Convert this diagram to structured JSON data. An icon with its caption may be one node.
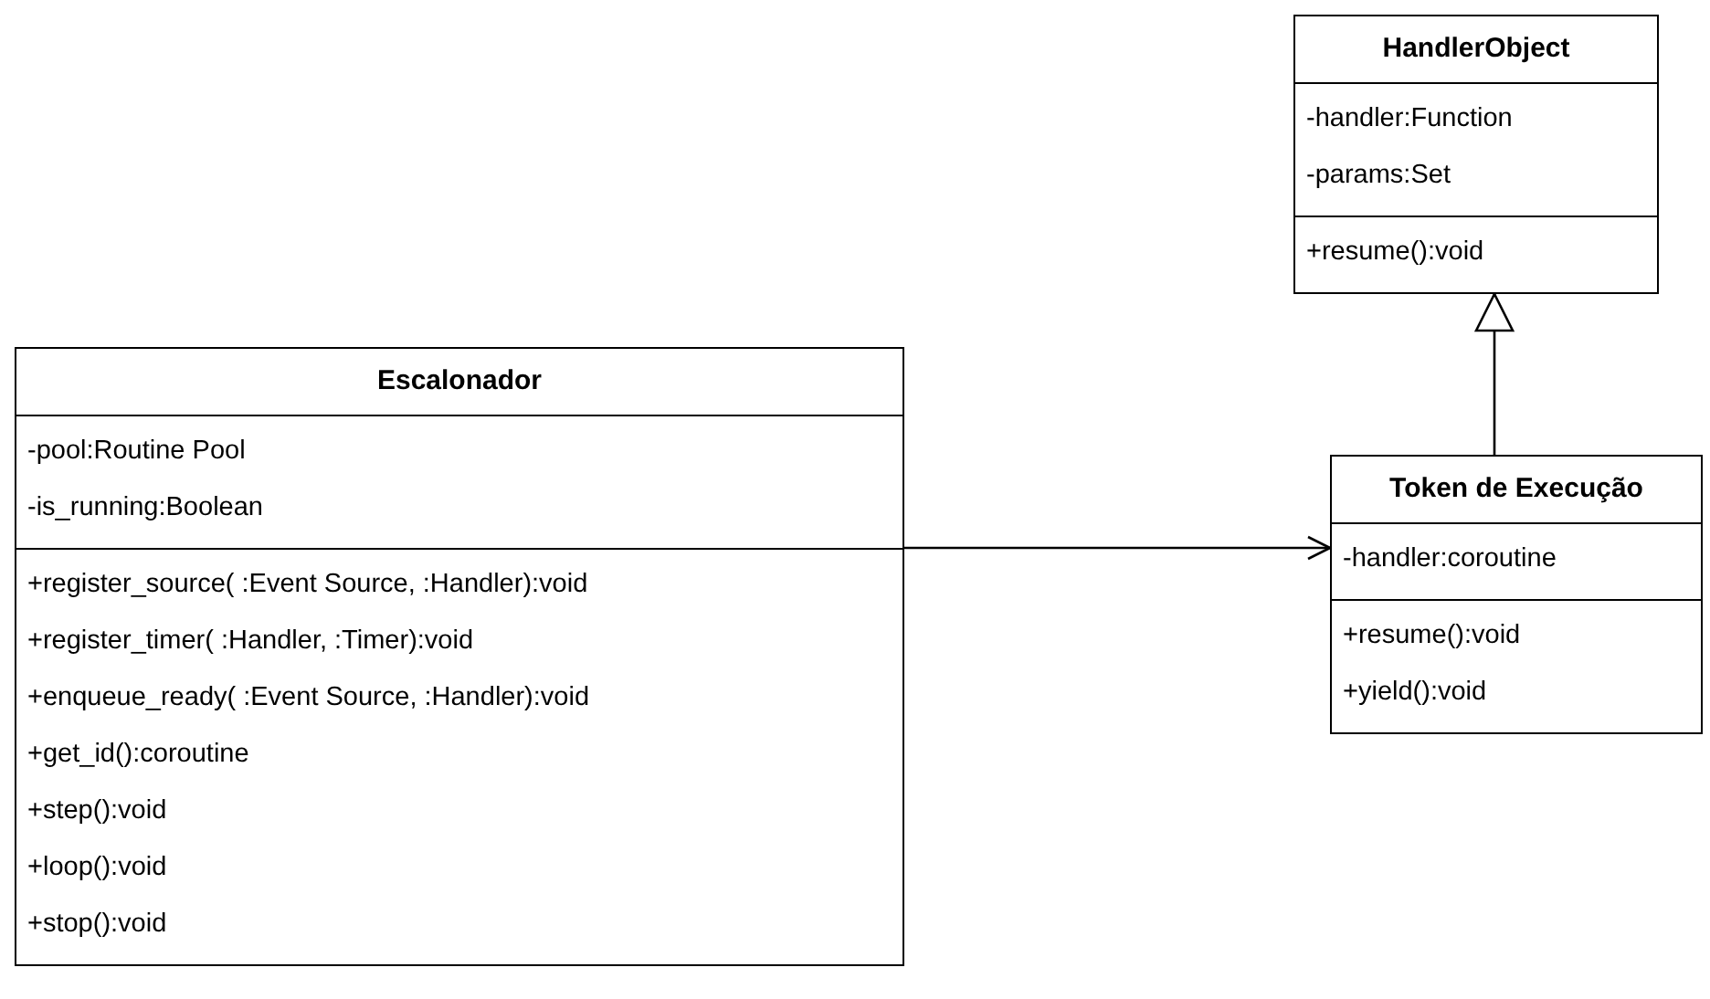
{
  "diagram": {
    "nodes": [
      {
        "text": [
          "HandlerObject",
          "-handler:Function",
          "-params:Set",
          "+resume():void"
        ]
      },
      {
        "text": [
          "Escalonador",
          "-pool:Routine Pool",
          "-is_running:Boolean",
          "+register_source( :Event Source, :Handler):void",
          "+register_timer( :Handler, :Timer):void",
          "+enqueue_ready( :Event Source, :Handler):void",
          "+get_id():coroutine",
          "+step():void",
          "+loop():void",
          "+stop():void"
        ]
      },
      {
        "text": [
          "Token de Execução",
          "-handler:coroutine",
          "+resume():void",
          "+yield():void"
        ]
      }
    ],
    "edges": [
      {
        "from": 1,
        "to": 2,
        "arrow": "to"
      },
      {
        "from": 2,
        "to": 0,
        "arrow": "to"
      }
    ]
  }
}
